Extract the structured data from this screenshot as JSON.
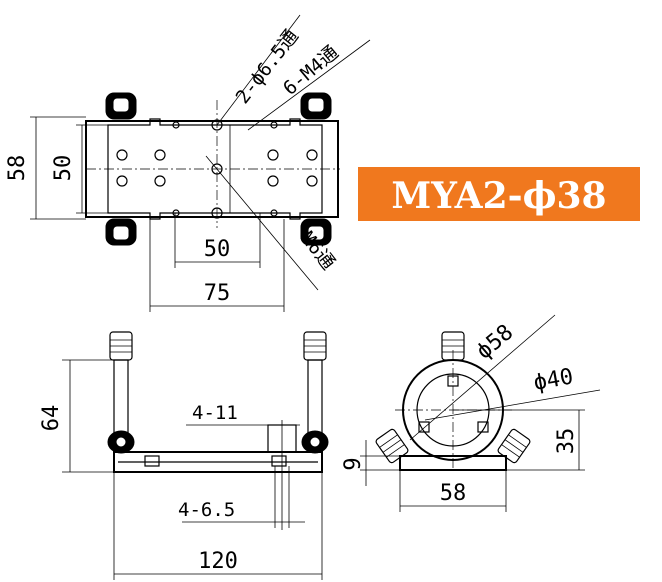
{
  "title": "MYA2-ϕ38",
  "accent_color": "#f0781e",
  "top_view": {
    "dim_height_outer": "58",
    "dim_height_inner": "50",
    "dim_width_inner": "50",
    "dim_width_outer": "75",
    "note_holes_through": "2-ϕ6.5通",
    "note_m4_through": "6-M4通",
    "note_m6_through": "M6通"
  },
  "front_view": {
    "dim_height": "64",
    "note_slots_11": "4-11",
    "note_slots_65": "4-6.5",
    "dim_length": "120"
  },
  "side_view": {
    "dim_outer_dia": "ϕ58",
    "dim_inner_dia": "ϕ40",
    "dim_center_height": "35",
    "dim_base_height": "9",
    "dim_base_width": "58"
  }
}
